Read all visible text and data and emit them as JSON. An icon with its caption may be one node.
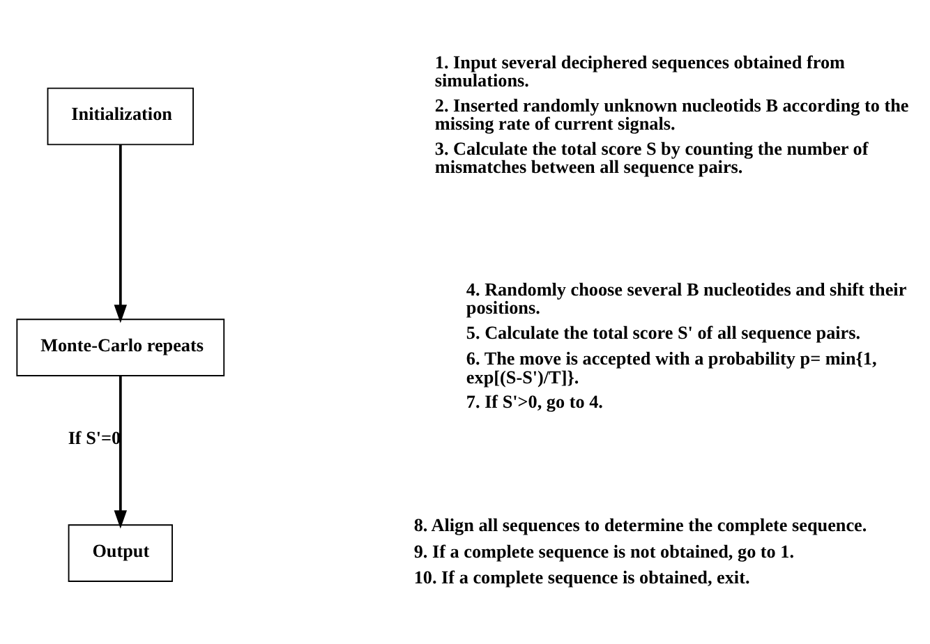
{
  "diagram": {
    "nodes": [
      {
        "text": [
          "Initialization"
        ]
      },
      {
        "text": [
          "Monte-Carlo repeats"
        ]
      },
      {
        "text": [
          "Output"
        ]
      }
    ],
    "edges": [
      {
        "from": 0,
        "to": 1,
        "arrow": "to"
      },
      {
        "from": 1,
        "to": 2,
        "arrow": "to",
        "label": "If S'=0"
      }
    ],
    "labels": [
      "1. Input several deciphered sequences obtained from simulations.",
      "2. Inserted randomly unknown nucleotids B according to the missing rate of current signals.",
      "3. Calculate the total score S by counting the number of mismatches between all sequence pairs.",
      "4. Randomly choose several B nucleotides and shift their positions.",
      "5. Calculate the total score S' of all sequence pairs.",
      "6. The move is accepted with a probability p= min{1, exp[(S-S')/T]}.",
      "7. If S'>0, go to 4.",
      "8. Align all sequences to determine the complete sequence.",
      "9. If a complete sequence is not obtained, go to 1.",
      "10. If a complete sequence is obtained, exit."
    ]
  }
}
